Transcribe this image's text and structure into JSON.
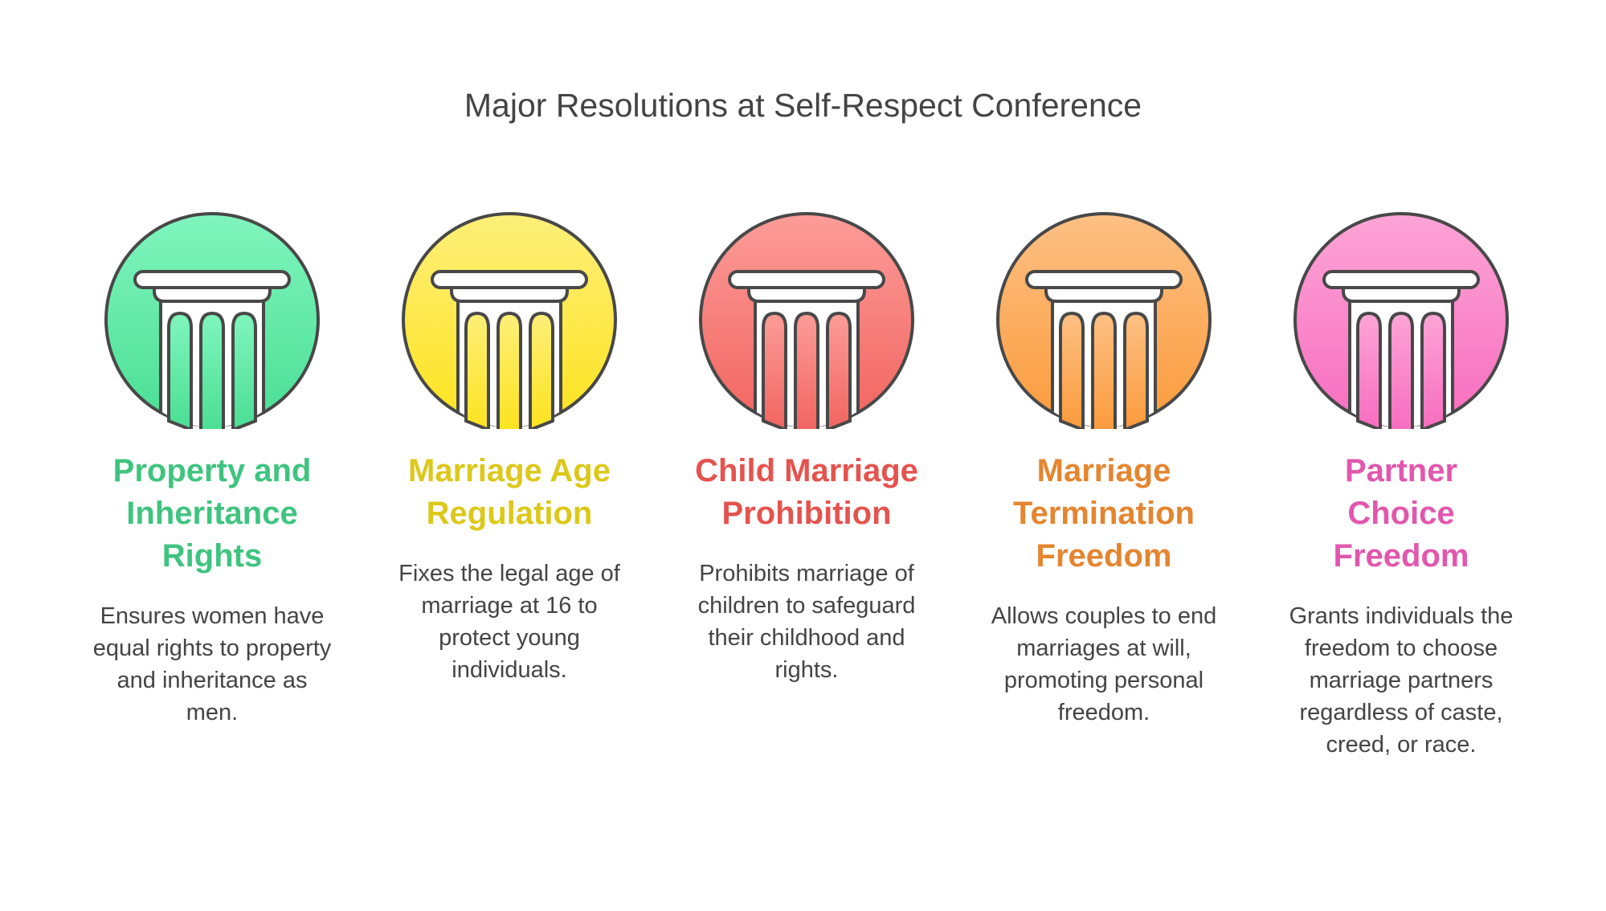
{
  "title": "Major Resolutions at Self-Respect Conference",
  "items": [
    {
      "icon": "pillar-icon",
      "heading": "Property and Inheritance Rights",
      "description": "Ensures women have equal rights to property and inheritance as men.",
      "color": "#3fc47f",
      "gradient_top": "#80f5bd",
      "gradient_bottom": "#4ade94"
    },
    {
      "icon": "pillar-icon",
      "heading": "Marriage Age Regulation",
      "description": "Fixes the legal age of marriage at 16 to protect young individuals.",
      "color": "#dcc81a",
      "gradient_top": "#fdef7a",
      "gradient_bottom": "#fde31e"
    },
    {
      "icon": "pillar-icon",
      "heading": "Child Marriage Prohibition",
      "description": "Prohibits marriage of children to safeguard their childhood and rights.",
      "color": "#e5534f",
      "gradient_top": "#fc9c98",
      "gradient_bottom": "#f26460"
    },
    {
      "icon": "pillar-icon",
      "heading": "Marriage Termination Freedom",
      "description": "Allows couples to end marriages at will, promoting personal freedom.",
      "color": "#e5852f",
      "gradient_top": "#fdc084",
      "gradient_bottom": "#fb9b3c"
    },
    {
      "icon": "pillar-icon",
      "heading": "Partner Choice Freedom",
      "description": "Grants individuals the freedom to choose marriage partners regardless of caste, creed, or race.",
      "color": "#e257ae",
      "gradient_top": "#fda4d6",
      "gradient_bottom": "#f76dbf"
    }
  ]
}
